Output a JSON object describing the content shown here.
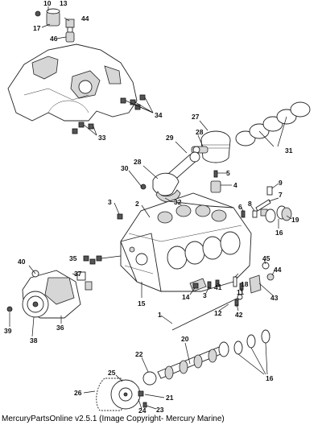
{
  "footer": "MercuryPartsOnline v2.5.1 (Image Copyright- Mercury Marine)",
  "callouts": [
    {
      "id": "c10",
      "text": "10"
    },
    {
      "id": "c13",
      "text": "13"
    },
    {
      "id": "c17",
      "text": "17"
    },
    {
      "id": "c44a",
      "text": "44"
    },
    {
      "id": "c46",
      "text": "46"
    },
    {
      "id": "c34",
      "text": "34"
    },
    {
      "id": "c33",
      "text": "33"
    },
    {
      "id": "c27",
      "text": "27"
    },
    {
      "id": "c28a",
      "text": "28"
    },
    {
      "id": "c29",
      "text": "29"
    },
    {
      "id": "c31",
      "text": "31"
    },
    {
      "id": "c30",
      "text": "30"
    },
    {
      "id": "c28b",
      "text": "28"
    },
    {
      "id": "c32",
      "text": "32"
    },
    {
      "id": "c5",
      "text": "5"
    },
    {
      "id": "c4",
      "text": "4"
    },
    {
      "id": "c9",
      "text": "9"
    },
    {
      "id": "c7",
      "text": "7"
    },
    {
      "id": "c3a",
      "text": "3"
    },
    {
      "id": "c2",
      "text": "2"
    },
    {
      "id": "c6",
      "text": "6"
    },
    {
      "id": "c8",
      "text": "8"
    },
    {
      "id": "c19",
      "text": "19"
    },
    {
      "id": "c16a",
      "text": "16"
    },
    {
      "id": "c40",
      "text": "40"
    },
    {
      "id": "c35",
      "text": "35"
    },
    {
      "id": "c37",
      "text": "37"
    },
    {
      "id": "c45",
      "text": "45"
    },
    {
      "id": "c44b",
      "text": "44"
    },
    {
      "id": "c15",
      "text": "15"
    },
    {
      "id": "c14",
      "text": "14"
    },
    {
      "id": "c3b",
      "text": "3"
    },
    {
      "id": "c41",
      "text": "41"
    },
    {
      "id": "c18",
      "text": "18"
    },
    {
      "id": "c11",
      "text": "11"
    },
    {
      "id": "c43",
      "text": "43"
    },
    {
      "id": "c39",
      "text": "39"
    },
    {
      "id": "c36",
      "text": "36"
    },
    {
      "id": "c38",
      "text": "38"
    },
    {
      "id": "c1",
      "text": "1"
    },
    {
      "id": "c12",
      "text": "12"
    },
    {
      "id": "c42",
      "text": "42"
    },
    {
      "id": "c20",
      "text": "20"
    },
    {
      "id": "c16b",
      "text": "16"
    },
    {
      "id": "c22",
      "text": "22"
    },
    {
      "id": "c25",
      "text": "25"
    },
    {
      "id": "c26",
      "text": "26"
    },
    {
      "id": "c21",
      "text": "21"
    },
    {
      "id": "c24",
      "text": "24"
    },
    {
      "id": "c23",
      "text": "23"
    }
  ]
}
